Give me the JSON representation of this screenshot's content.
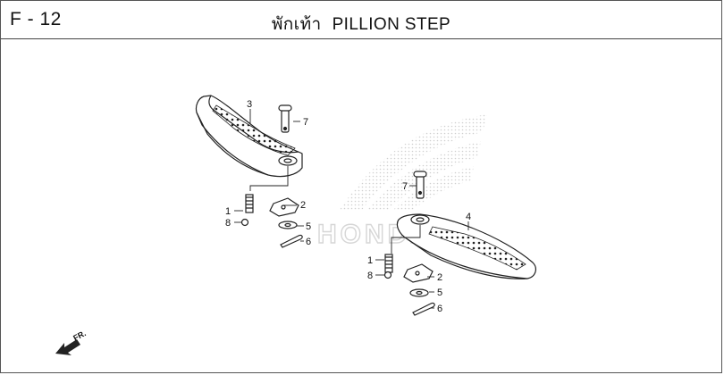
{
  "header": {
    "page_code": "F - 12",
    "title_thai": "พักเท้า",
    "title_en": "PILLION STEP"
  },
  "callouts": {
    "c1a": "1",
    "c2a": "2",
    "c3": "3",
    "c5a": "5",
    "c6a": "6",
    "c7a": "7",
    "c8a": "8",
    "c1b": "1",
    "c2b": "2",
    "c4": "4",
    "c5b": "5",
    "c6b": "6",
    "c7b": "7",
    "c8b": "8"
  },
  "direction_indicator": {
    "label": "FR."
  },
  "watermark": {
    "text": "HONDA",
    "color": "#d6d6d6"
  },
  "colors": {
    "line": "#222222",
    "background": "#ffffff"
  }
}
